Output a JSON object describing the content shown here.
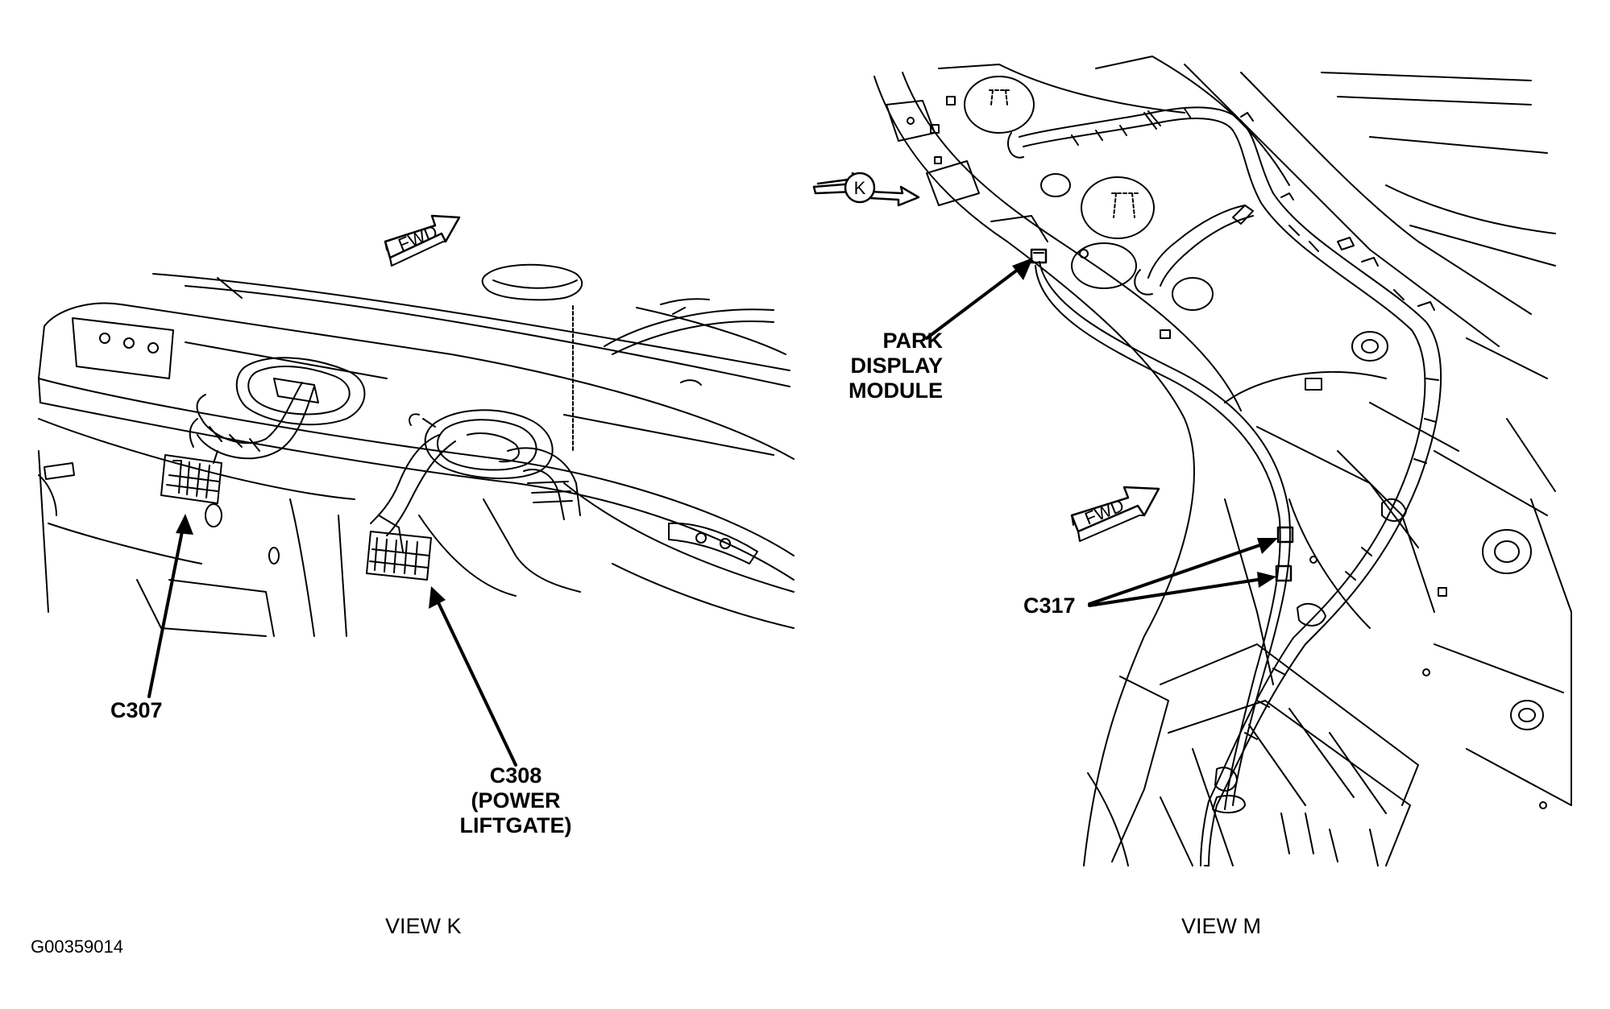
{
  "view_k": {
    "title": "VIEW K",
    "fwd_label": "FWD",
    "c307": "C307",
    "c308": [
      "C308",
      "(POWER",
      "LIFTGATE)"
    ]
  },
  "view_m": {
    "title": "VIEW M",
    "fwd_label": "FWD",
    "k_marker": "K",
    "park": [
      "PARK",
      "DISPLAY",
      "MODULE"
    ],
    "c317": "C317"
  },
  "figure_id": "G00359014"
}
